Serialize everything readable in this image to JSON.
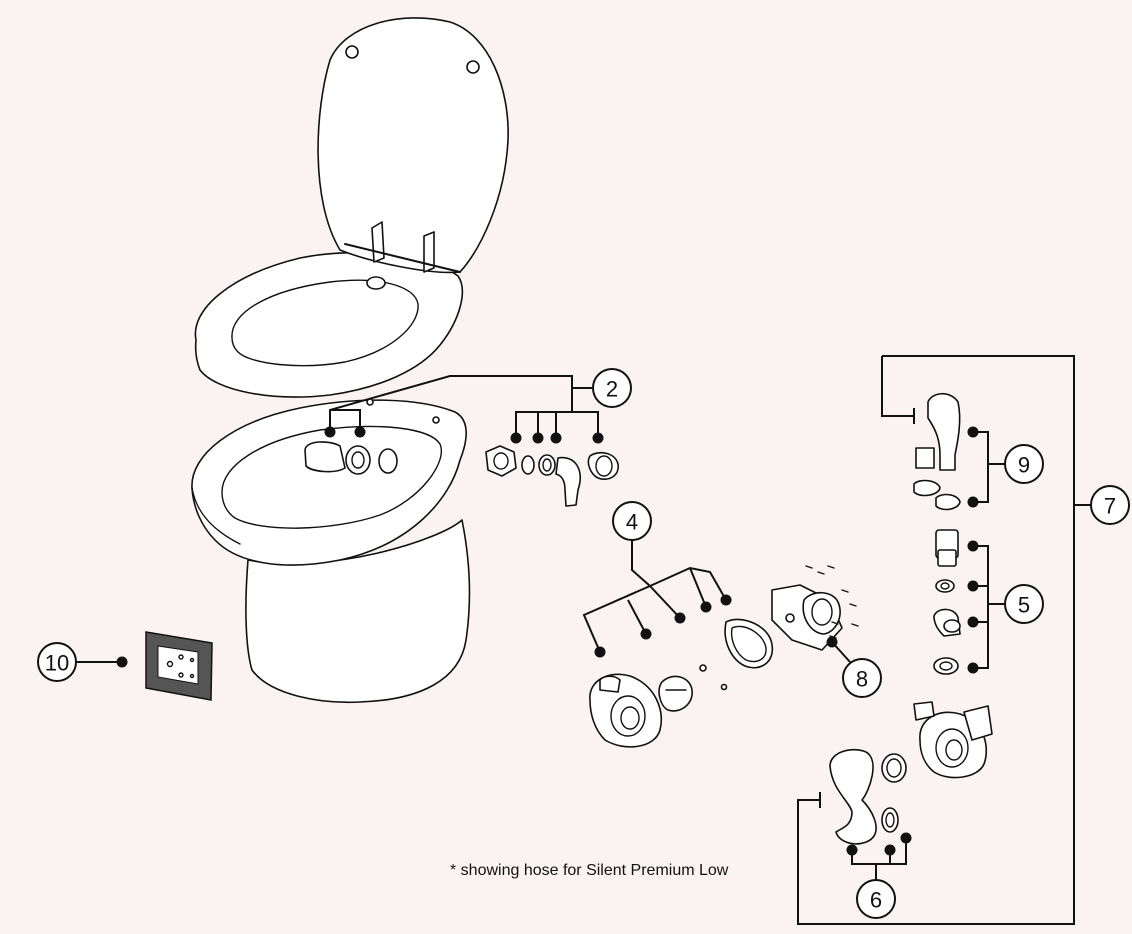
{
  "callouts": {
    "c2": "2",
    "c4": "4",
    "c5": "5",
    "c6": "6",
    "c7": "7",
    "c8": "8",
    "c9": "9",
    "c10": "10"
  },
  "footnote": "* showing hose for Silent Premium Low",
  "colors": {
    "background": "#faf3f2",
    "line": "#111111",
    "panel": "#555555"
  }
}
